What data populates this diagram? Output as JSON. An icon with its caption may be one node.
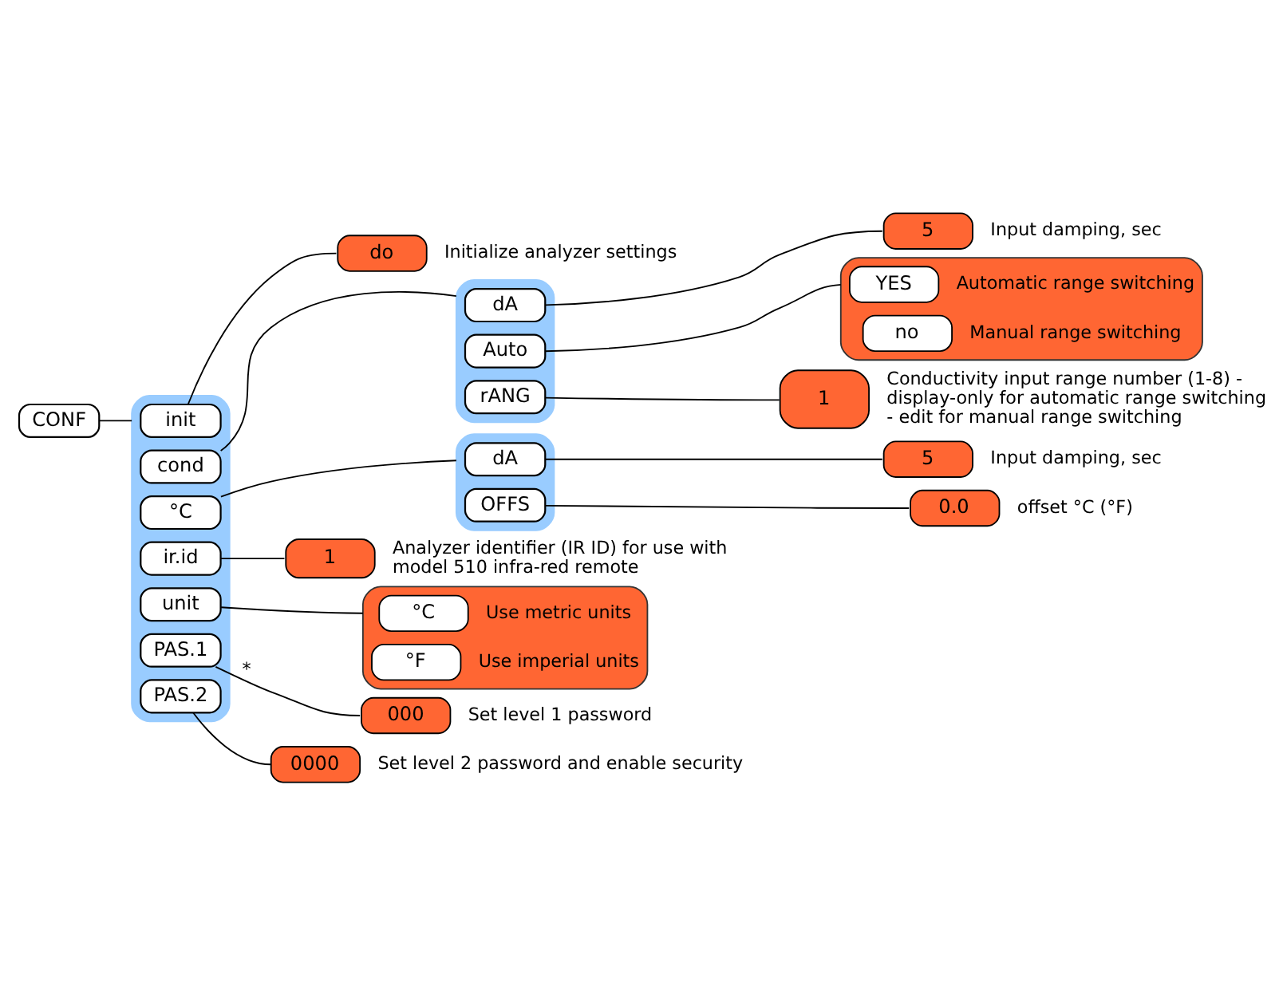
{
  "diagram": {
    "nodes": [
      {
        "text": [
          "CONF"
        ]
      },
      {
        "text": [],
        "shape": "box"
      },
      {
        "text": [
          "init"
        ],
        "in": 1
      },
      {
        "text": [
          "do"
        ],
        "beside": [
          "Initialize analyzer settings"
        ]
      },
      {
        "text": [
          "cond"
        ],
        "in": 1
      },
      {
        "text": [],
        "shape": "box"
      },
      {
        "text": [
          "dA"
        ],
        "in": 5
      },
      {
        "text": [
          "5"
        ],
        "beside": [
          "Input damping, sec"
        ]
      },
      {
        "text": [
          "Auto"
        ],
        "in": 5
      },
      {
        "text": [],
        "shape": "box"
      },
      {
        "text": [
          "YES"
        ],
        "in": 9,
        "beside": [
          "Automatic range switching"
        ]
      },
      {
        "text": [
          "no"
        ],
        "in": 9,
        "beside": [
          "Manual range switching"
        ]
      },
      {
        "text": [
          "rANG"
        ],
        "in": 5
      },
      {
        "text": [
          "1"
        ],
        "beside": [
          "Conductivity input range number (1-8) - display-only for automatic range switching - edit for manual range switching"
        ]
      },
      {
        "text": [
          "°C"
        ],
        "in": 1
      },
      {
        "text": [],
        "shape": "box"
      },
      {
        "text": [
          "dA"
        ],
        "in": 15
      },
      {
        "text": [
          "5"
        ],
        "beside": [
          "Input damping, sec"
        ]
      },
      {
        "text": [
          "OFFS"
        ],
        "in": 15
      },
      {
        "text": [
          "0.0"
        ],
        "beside": [
          "offset °C (°F)"
        ]
      },
      {
        "text": [
          "ir.id"
        ],
        "in": 1
      },
      {
        "text": [
          "1"
        ],
        "beside": [
          "Analyzer identifier (IR ID) for use with model 510 infra-red remote"
        ]
      },
      {
        "text": [
          "unit"
        ],
        "in": 1
      },
      {
        "text": [],
        "shape": "box"
      },
      {
        "text": [
          "°C"
        ],
        "in": 23,
        "beside": [
          "Use metric units"
        ]
      },
      {
        "text": [
          "°F"
        ],
        "in": 23,
        "beside": [
          "Use imperial units"
        ]
      },
      {
        "text": [
          "PAS.1"
        ],
        "in": 1
      },
      {
        "text": [
          "000"
        ],
        "beside": [
          "Set level 1 password"
        ]
      },
      {
        "text": [
          "PAS.2"
        ],
        "in": 1
      },
      {
        "text": [
          "0000"
        ],
        "beside": [
          "Set level 2 password and enable security"
        ]
      }
    ],
    "edges": [
      {
        "from": 0,
        "to": 1,
        "arrow": "none"
      },
      {
        "from": 2,
        "to": 3,
        "arrow": "none"
      },
      {
        "from": 4,
        "to": 5,
        "arrow": "none"
      },
      {
        "from": 6,
        "to": 7,
        "arrow": "none"
      },
      {
        "from": 8,
        "to": 9,
        "arrow": "none"
      },
      {
        "from": 12,
        "to": 13,
        "arrow": "none"
      },
      {
        "from": 14,
        "to": 15,
        "arrow": "none"
      },
      {
        "from": 16,
        "to": 17,
        "arrow": "none"
      },
      {
        "from": 18,
        "to": 19,
        "arrow": "none"
      },
      {
        "from": 20,
        "to": 21,
        "arrow": "none"
      },
      {
        "from": 22,
        "to": 23,
        "arrow": "none"
      },
      {
        "from": 26,
        "to": 27,
        "label": "*",
        "arrow": "none"
      },
      {
        "from": 28,
        "to": 29,
        "arrow": "none"
      }
    ]
  }
}
